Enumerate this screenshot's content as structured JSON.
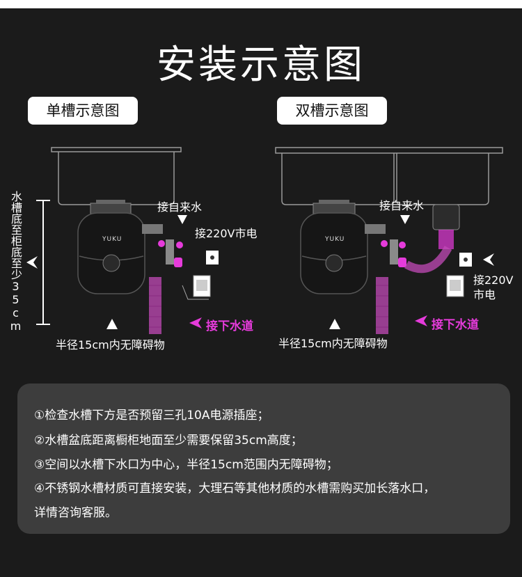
{
  "title": "安装示意图",
  "single": {
    "label": "单槽示意图",
    "tap_water": "接自来水",
    "power": "接220V市电",
    "drain": "接下水道",
    "clearance": "半径15cm内无障碍物",
    "height_note": "水槽底至柜底至少35cm",
    "brand": "YUKU"
  },
  "double": {
    "label": "双槽示意图",
    "tap_water": "接自来水",
    "power_line1": "接220V",
    "power_line2": "市电",
    "drain": "接下水道",
    "clearance": "半径15cm内无障碍物",
    "brand": "YUKU"
  },
  "notes": [
    "①检查水槽下方是否预留三孔10A电源插座；",
    "②水槽盆底距离橱柜地面至少需要保留35cm高度；",
    "③空间以水槽下水口为中心，半径15cm范围内无障碍物；",
    "④不锈钢水槽材质可直接安装，大理石等其他材质的水槽需购买加长落水口，",
    "详情咨询客服。"
  ],
  "colors": {
    "accent": "#e63bdb",
    "panel": "#3d3d3d",
    "background": "#1b1b1b"
  }
}
